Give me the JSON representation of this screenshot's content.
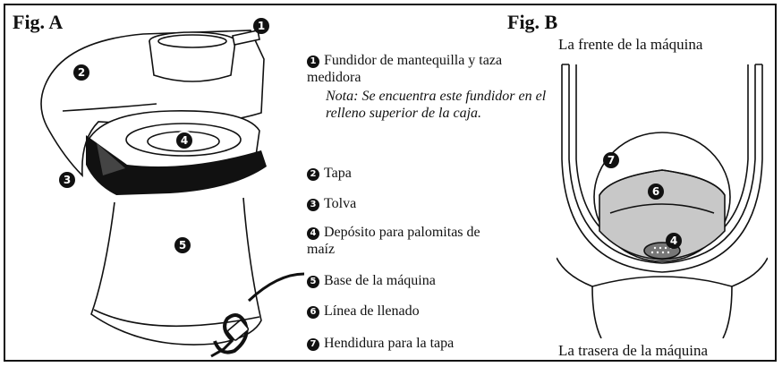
{
  "figures": {
    "a_title": "Fig. A",
    "b_title": "Fig. B",
    "b_top_caption": "La frente de la máquina",
    "b_bottom_caption": "La trasera de la máquina"
  },
  "callouts": {
    "a": [
      "1",
      "2",
      "3",
      "4",
      "5"
    ],
    "b": [
      "7",
      "6",
      "4"
    ]
  },
  "legend": [
    {
      "number": "1",
      "text": "Fundidor de mantequilla y taza medidora",
      "note": "Nota: Se encuentra este fundidor en el relleno superior de la caja."
    },
    {
      "number": "2",
      "text": "Tapa"
    },
    {
      "number": "3",
      "text": "Tolva"
    },
    {
      "number": "4",
      "text": "Depósito para palomitas de maíz"
    },
    {
      "number": "5",
      "text": "Base de la máquina"
    },
    {
      "number": "6",
      "text": "Línea de llenado"
    },
    {
      "number": "7",
      "text": "Hendidura para la tapa"
    }
  ]
}
